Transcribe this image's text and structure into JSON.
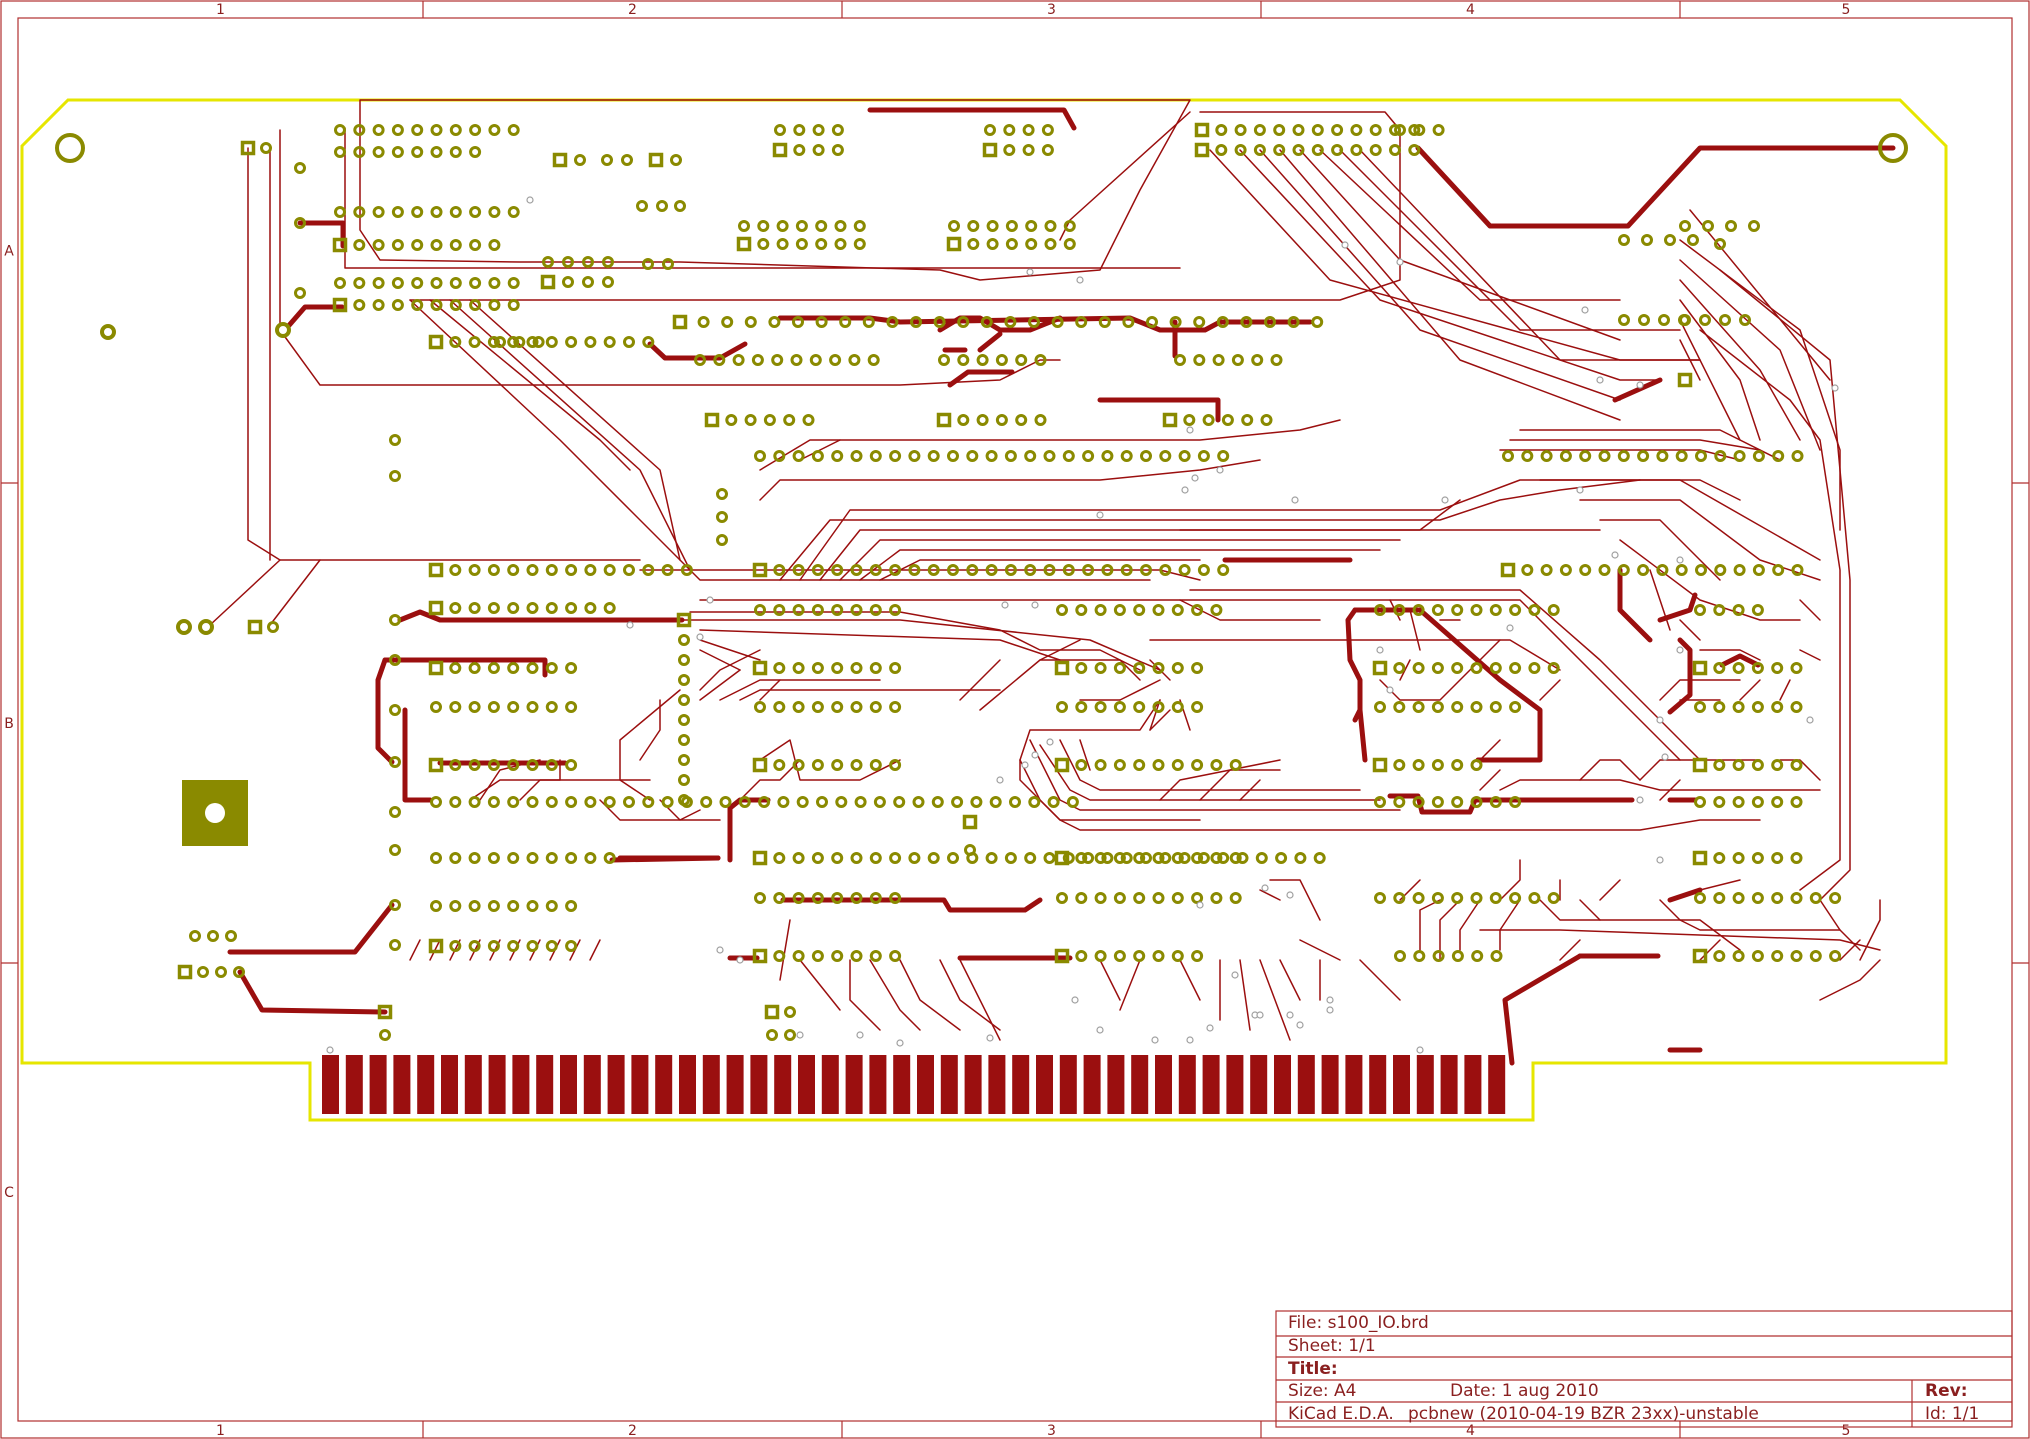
{
  "colors": {
    "frame": "#b03030",
    "trace": "#9b0f0f",
    "pad": "#8a8a00",
    "pad_hole": "#ffffff",
    "outline": "#e6e600",
    "via": "#a0a0a0"
  },
  "ruler": {
    "columns": [
      "1",
      "2",
      "3",
      "4",
      "5"
    ],
    "rows": [
      "A",
      "B",
      "C"
    ]
  },
  "title_block": {
    "file": "File: s100_IO.brd",
    "sheet": "Sheet: 1/1",
    "title": "Title:",
    "size": "Size: A4",
    "date": "Date: 1 aug 2010",
    "rev": "Rev:",
    "app": "KiCad E.D.A.",
    "version": "pcbnew (2010-04-19 BZR 23xx)-unstable",
    "id": "Id: 1/1"
  },
  "board": {
    "edge_fingers": 50,
    "icon": "pcb-layout-icon"
  }
}
